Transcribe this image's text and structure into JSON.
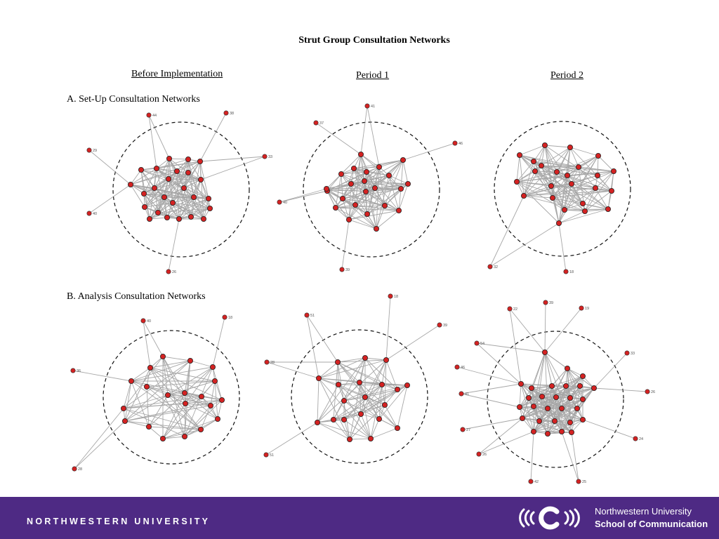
{
  "title": "Strut Group Consultation Networks",
  "columns": [
    "Before Implementation",
    "Period 1",
    "Period 2"
  ],
  "rows": [
    "A. Set-Up Consultation Networks",
    "B. Analysis Consultation Networks"
  ],
  "networks": [
    {
      "panel": "setup-before",
      "outer_labels": [
        "44",
        "38",
        "29",
        "33",
        "40",
        "26"
      ]
    },
    {
      "panel": "setup-period1",
      "outer_labels": [
        "41",
        "37",
        "46",
        "40",
        "39"
      ]
    },
    {
      "panel": "setup-period2",
      "outer_labels": [
        "32",
        "18"
      ]
    },
    {
      "panel": "analysis-before",
      "outer_labels": [
        "40",
        "18",
        "36",
        "28"
      ]
    },
    {
      "panel": "analysis-period1",
      "outer_labels": [
        "51",
        "18",
        "39",
        "28",
        "51"
      ]
    },
    {
      "panel": "analysis-period2",
      "outer_labels": [
        "22",
        "39",
        "19",
        "54",
        "33",
        "46",
        "41",
        "26",
        "27",
        "26",
        "24",
        "42",
        "25"
      ]
    }
  ],
  "colors": {
    "node": "#d42222",
    "edge": "#8a8a8a",
    "footer": "#4e2a84"
  },
  "footer": {
    "university": "NORTHWESTERN UNIVERSITY",
    "school_line1": "Northwestern University",
    "school_line2": "School of Communication"
  }
}
